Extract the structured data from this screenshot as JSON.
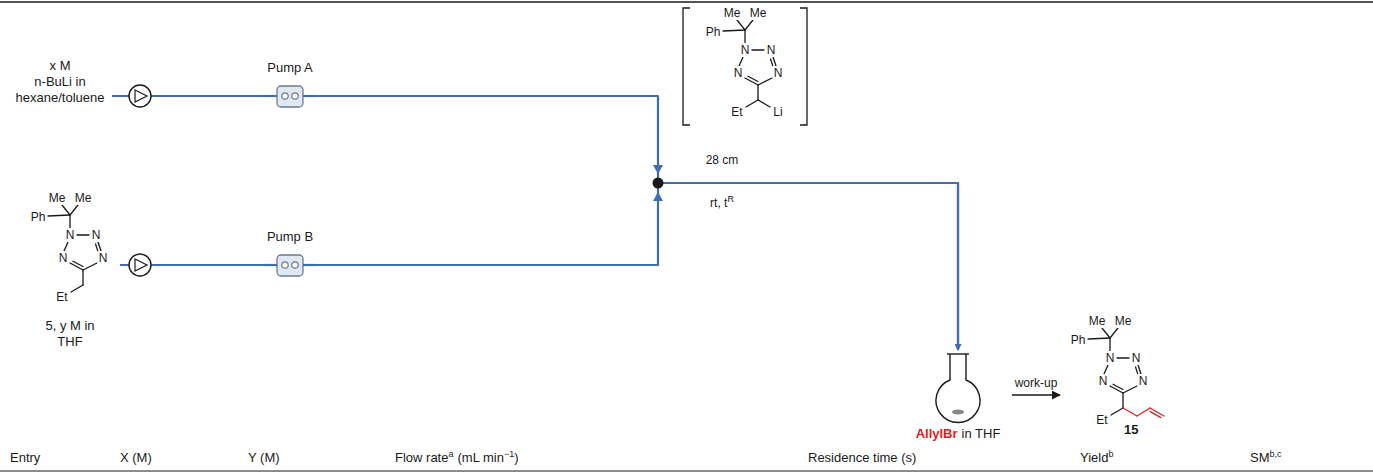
{
  "diagram": {
    "nodes": [
      {
        "text": [
          "x M",
          "n-BuLi in hexane/toluene"
        ]
      },
      {
        "text": [
          "Pump A"
        ]
      },
      {
        "text": [
          "5, y M in THF"
        ]
      },
      {
        "text": [
          "Pump B"
        ]
      },
      {
        "text": [
          "AllylBr",
          "in THF"
        ]
      },
      {
        "text": [
          "15"
        ]
      }
    ],
    "edges": [
      {
        "from": 0,
        "to": 1,
        "arrow": "none"
      },
      {
        "from": 2,
        "to": 3,
        "arrow": "none"
      },
      {
        "from": 1,
        "to": 4,
        "arrow": "to"
      },
      {
        "from": 3,
        "to": 4,
        "arrow": "to"
      },
      {
        "from": 4,
        "to": 5,
        "label": "work-up",
        "arrow": "to"
      }
    ],
    "labels": [
      "Me",
      "Me",
      "Ph",
      "N",
      "N",
      "N",
      "N",
      "Et",
      "Me",
      "Me",
      "Ph",
      "N",
      "N",
      "N",
      "N",
      "Et",
      "Li",
      "28 cm",
      "rt, t",
      "R",
      "Me",
      "Me",
      "Ph",
      "N",
      "N",
      "N",
      "N",
      "Et",
      "Entry",
      "X (M)",
      "Y (M)",
      "Flow rate",
      "a",
      "(mL min",
      "−1",
      ")",
      "Residence time (s)",
      "Yield",
      "b",
      "SM",
      "b,c"
    ]
  }
}
